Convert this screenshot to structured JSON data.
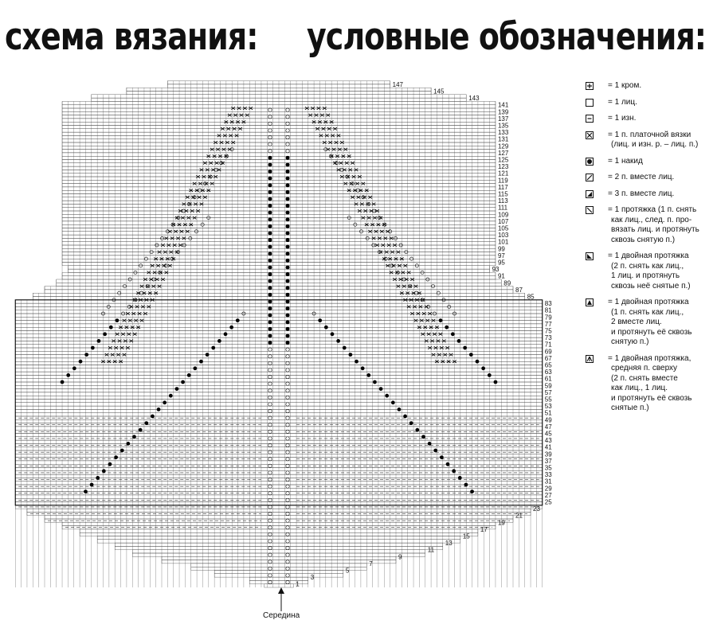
{
  "title_left": "схема вязания:",
  "title_right": "условные обозначения:",
  "center_label": "Середина",
  "row_numbers_right": [
    "1",
    "3",
    "5",
    "7",
    "9",
    "11",
    "13",
    "15",
    "17",
    "19",
    "21",
    "23",
    "25",
    "27",
    "29",
    "31",
    "33",
    "35",
    "37",
    "39",
    "41",
    "43",
    "45",
    "47",
    "49",
    "51",
    "53",
    "55",
    "57",
    "59",
    "61",
    "63",
    "65",
    "67",
    "69",
    "71",
    "73",
    "75",
    "77",
    "79",
    "81",
    "83",
    "85",
    "87",
    "89",
    "91",
    "93",
    "95",
    "97",
    "99",
    "101",
    "103",
    "105",
    "107",
    "109",
    "111",
    "113",
    "115",
    "117",
    "119",
    "121",
    "123",
    "125",
    "127",
    "129",
    "131",
    "133",
    "135",
    "137",
    "139",
    "141",
    "143",
    "145",
    "147"
  ],
  "legend": [
    {
      "icon": "selvage-icon",
      "lines": [
        "= 1 кром."
      ]
    },
    {
      "icon": "knit-icon",
      "lines": [
        "= 1 лиц."
      ]
    },
    {
      "icon": "purl-icon",
      "lines": [
        "= 1 изн."
      ]
    },
    {
      "icon": "garter-icon",
      "lines": [
        "= 1 п. платочной вязки",
        "(лиц. и изн. р. – лиц. п.)"
      ]
    },
    {
      "icon": "yarn-over-icon",
      "lines": [
        "= 1 накид"
      ]
    },
    {
      "icon": "k2tog-icon",
      "lines": [
        "= 2 п. вместе лиц."
      ]
    },
    {
      "icon": "k3tog-icon",
      "lines": [
        "= 3 п. вместе лиц."
      ]
    },
    {
      "icon": "skp-icon",
      "lines": [
        "= 1 протяжка (1 п. снять",
        "как лиц., след. п. про-",
        "вязать лиц. и протянуть",
        "сквозь снятую п.)"
      ]
    },
    {
      "icon": "double-skp-icon",
      "lines": [
        "= 1 двойная протяжка",
        "(2 п. снять как лиц.,",
        "1 лиц. и протянуть",
        "сквозь неё снятые п.)"
      ]
    },
    {
      "icon": "double-skp-k2tog-icon",
      "lines": [
        "= 1 двойная протяжка",
        "(1 п. снять как лиц.,",
        "2 вместе лиц.",
        "и протянуть её сквозь",
        "снятую п.)"
      ]
    },
    {
      "icon": "central-double-icon",
      "lines": [
        "= 1 двойная протяжка,",
        "средняя п. сверху",
        "(2 п. снять вместе",
        "как лиц., 1 лиц.",
        "и протянуть её сквозь",
        "снятые п.)"
      ]
    }
  ]
}
